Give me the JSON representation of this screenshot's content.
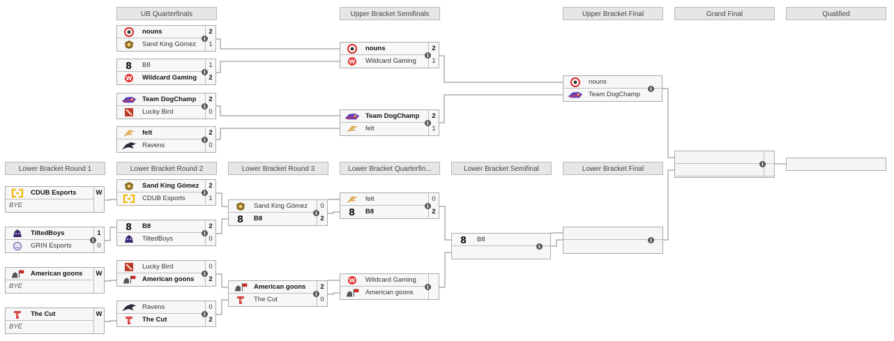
{
  "headers": {
    "ubqf": "UB Quarterfinals",
    "ubsf": "Upper Bracket Semifinals",
    "ubf": "Upper Bracket Final",
    "gf": "Grand Final",
    "qual": "Qualified",
    "lbr1": "Lower Bracket Round 1",
    "lbr2": "Lower Bracket Round 2",
    "lbr3": "Lower Bracket Round 3",
    "lbqf": "Lower Bracket Quarterfin...",
    "lbsf": "Lower Bracket Semifinal",
    "lbf": "Lower Bracket Final"
  },
  "ubqf": [
    {
      "t1": "nouns",
      "s1": "2",
      "t2": "Sand King Gómez",
      "s2": "1"
    },
    {
      "t1": "B8",
      "s1": "1",
      "t2": "Wildcard Gaming",
      "s2": "2"
    },
    {
      "t1": "Team DogChamp",
      "s1": "2",
      "t2": "Lucky Bird",
      "s2": "0"
    },
    {
      "t1": "felt",
      "s1": "2",
      "t2": "Ravens",
      "s2": "0"
    }
  ],
  "ubsf": [
    {
      "t1": "nouns",
      "s1": "2",
      "t2": "Wildcard Gaming",
      "s2": "1"
    },
    {
      "t1": "Team DogChamp",
      "s1": "2",
      "t2": "felt",
      "s2": "1"
    }
  ],
  "ubf": {
    "t1": "nouns",
    "t2": "Team DogChamp"
  },
  "lbr1": [
    {
      "t1": "CDUB Esports",
      "s1": "W",
      "t2": "BYE",
      "s2": ""
    },
    {
      "t1": "TiltedBoys",
      "s1": "1",
      "t2": "GRIN Esports",
      "s2": "0"
    },
    {
      "t1": "American goons",
      "s1": "W",
      "t2": "BYE",
      "s2": ""
    },
    {
      "t1": "The Cut",
      "s1": "W",
      "t2": "BYE",
      "s2": ""
    }
  ],
  "lbr2": [
    {
      "t1": "Sand King Gómez",
      "s1": "2",
      "t2": "CDUB Esports",
      "s2": "1"
    },
    {
      "t1": "B8",
      "s1": "2",
      "t2": "TiltedBoys",
      "s2": "0"
    },
    {
      "t1": "Lucky Bird",
      "s1": "0",
      "t2": "American goons",
      "s2": "2"
    },
    {
      "t1": "Ravens",
      "s1": "0",
      "t2": "The Cut",
      "s2": "2"
    }
  ],
  "lbr3": [
    {
      "t1": "Sand King Gómez",
      "s1": "0",
      "t2": "B8",
      "s2": "2"
    },
    {
      "t1": "American goons",
      "s1": "2",
      "t2": "The Cut",
      "s2": "0"
    }
  ],
  "lbqf": [
    {
      "t1": "felt",
      "s1": "0",
      "t2": "B8",
      "s2": "2"
    },
    {
      "t1": "Wildcard Gaming",
      "s1": "",
      "t2": "American goons",
      "s2": ""
    }
  ],
  "lbsf": {
    "t1": "B8"
  },
  "info_glyph": "i",
  "colors": {
    "nouns": "#d62828",
    "wildcard": "#e03131",
    "dogchamp": "#5b3fb8",
    "luckybird": "#c0392b",
    "felt": "#e0b060",
    "ravens": "#2a2a3a",
    "b8": "#111111",
    "sandking": "#8a6a20",
    "cdub": "#f2b705",
    "tilted": "#3a2a6a",
    "grin": "#8a7ab8",
    "goons": "#c62828",
    "cut": "#d64545"
  }
}
